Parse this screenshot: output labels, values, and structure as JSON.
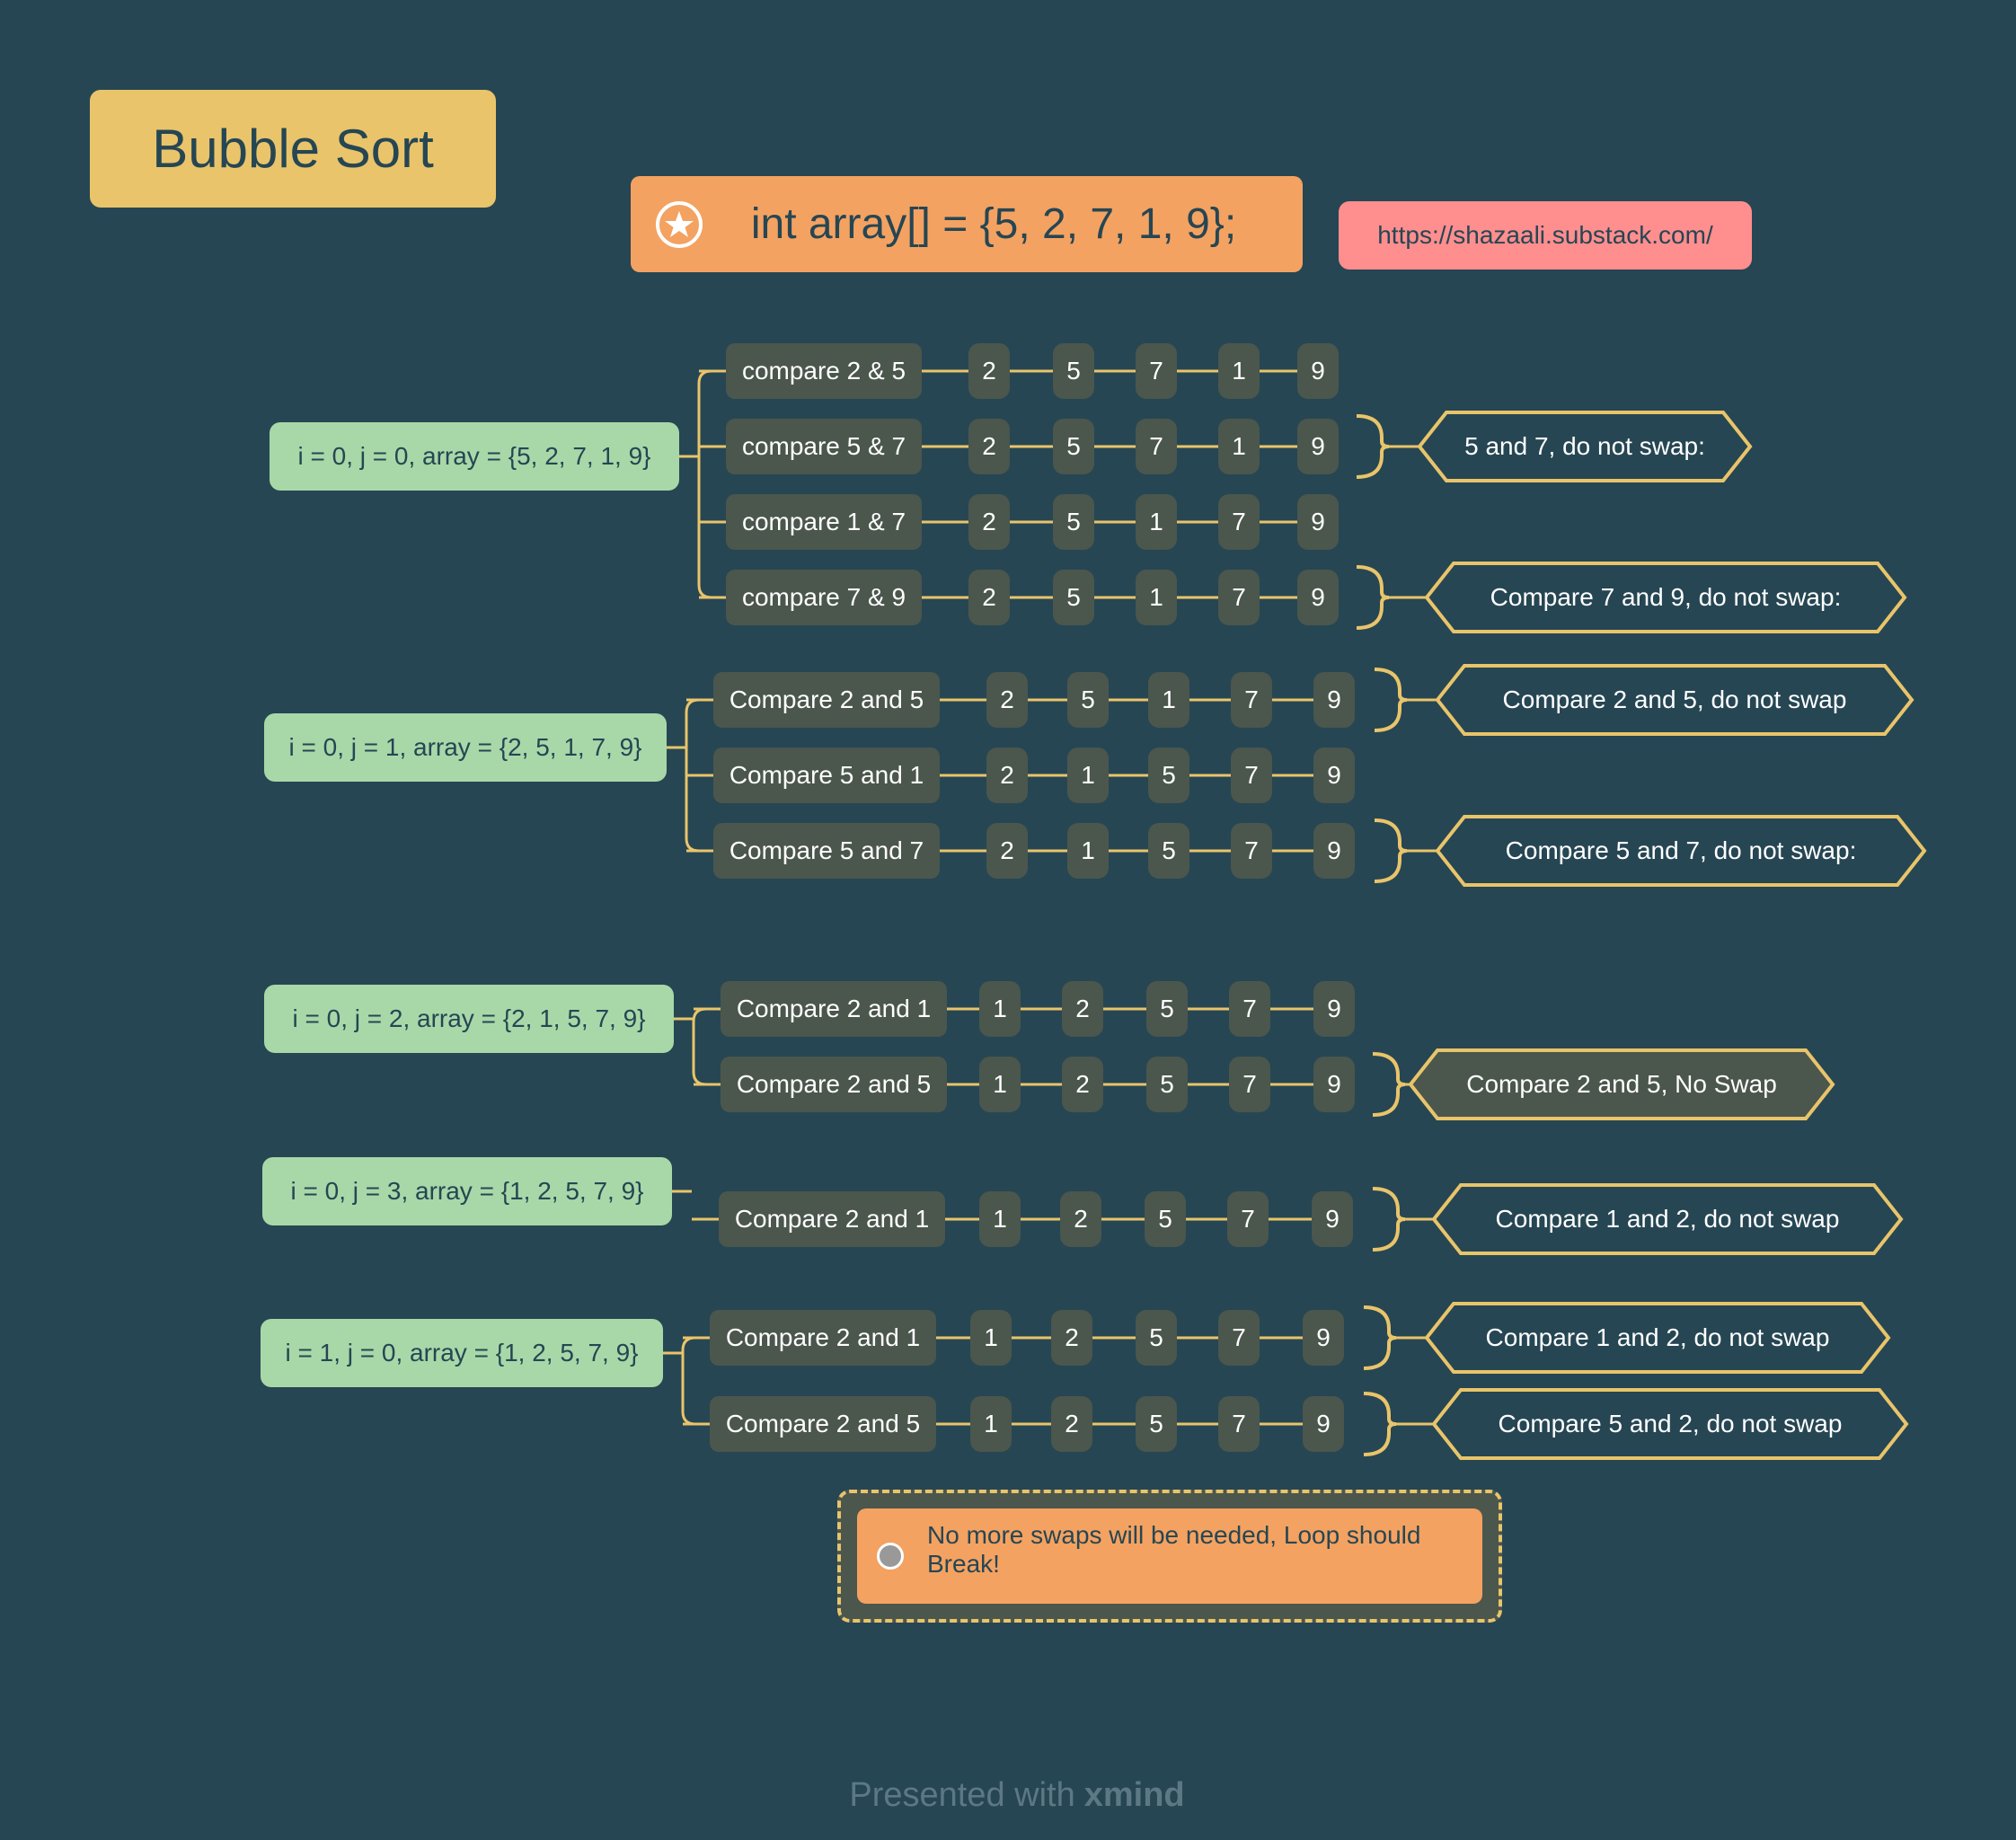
{
  "title": "Bubble Sort",
  "array_decl": "int array[] = {5, 2, 7, 1, 9};",
  "url": "https://shazaali.substack.com/",
  "icons": {
    "main": "star-icon",
    "note": "radio-icon"
  },
  "colors": {
    "background": "#264653",
    "title_bg": "#e9c46a",
    "array_bg": "#f4a261",
    "url_bg": "#ff8e8e",
    "iteration_bg": "#a8d8a8",
    "node_bg": "#4b564d",
    "connector": "#e9c46a",
    "text_light": "#ffffff",
    "text_dark": "#264653"
  },
  "groups": [
    {
      "label": "i = 0, j = 0, array = {5, 2, 7, 1, 9}",
      "rows": [
        {
          "compare": "compare 2 & 5",
          "values": [
            "2",
            "5",
            "7",
            "1",
            "9"
          ]
        },
        {
          "compare": "compare 5 & 7",
          "values": [
            "2",
            "5",
            "7",
            "1",
            "9"
          ],
          "note": "5 and 7, do not swap:"
        },
        {
          "compare": "compare  1 & 7",
          "values": [
            "2",
            "5",
            "1",
            "7",
            "9"
          ]
        },
        {
          "compare": "compare  7 & 9",
          "values": [
            "2",
            "5",
            "1",
            "7",
            "9"
          ],
          "note": "Compare 7 and 9, do not swap:"
        }
      ]
    },
    {
      "label": "i = 0, j = 1, array = {2, 5, 1, 7, 9}",
      "rows": [
        {
          "compare": "Compare 2 and 5",
          "values": [
            "2",
            "5",
            "1",
            "7",
            "9"
          ],
          "note": "Compare 2 and 5, do not swap"
        },
        {
          "compare": "Compare 5 and 1",
          "values": [
            "2",
            "1",
            "5",
            "7",
            "9"
          ]
        },
        {
          "compare": "Compare 5 and 7",
          "values": [
            "2",
            "1",
            "5",
            "7",
            "9"
          ],
          "note": "Compare 5 and 7, do not swap:"
        }
      ]
    },
    {
      "label": "i = 0, j = 2, array = {2, 1, 5, 7, 9}",
      "rows": [
        {
          "compare": "Compare 2 and 1",
          "values": [
            "1",
            "2",
            "5",
            "7",
            "9"
          ]
        },
        {
          "compare": "Compare 2 and 5",
          "values": [
            "1",
            "2",
            "5",
            "7",
            "9"
          ],
          "note": "Compare 2 and 5, No Swap"
        }
      ]
    },
    {
      "label": "i = 0, j = 3, array = {1, 2, 5, 7, 9}",
      "rows": [
        {
          "compare": "Compare 2 and 1",
          "values": [
            "1",
            "2",
            "5",
            "7",
            "9"
          ],
          "note": "Compare 1 and 2, do not swap"
        }
      ]
    },
    {
      "label": "i = 1, j = 0, array = {1, 2, 5, 7, 9}",
      "rows": [
        {
          "compare": "Compare 2 and 1",
          "values": [
            "1",
            "2",
            "5",
            "7",
            "9"
          ],
          "note": "Compare 1 and 2, do not swap"
        },
        {
          "compare": "Compare 2 and 5",
          "values": [
            "1",
            "2",
            "5",
            "7",
            "9"
          ],
          "note": "Compare 5 and 2, do not swap"
        }
      ]
    }
  ],
  "conclusion": "No more swaps will be needed, Loop should Break!",
  "footer": {
    "prefix": "Presented with",
    "brand": "xmind"
  }
}
